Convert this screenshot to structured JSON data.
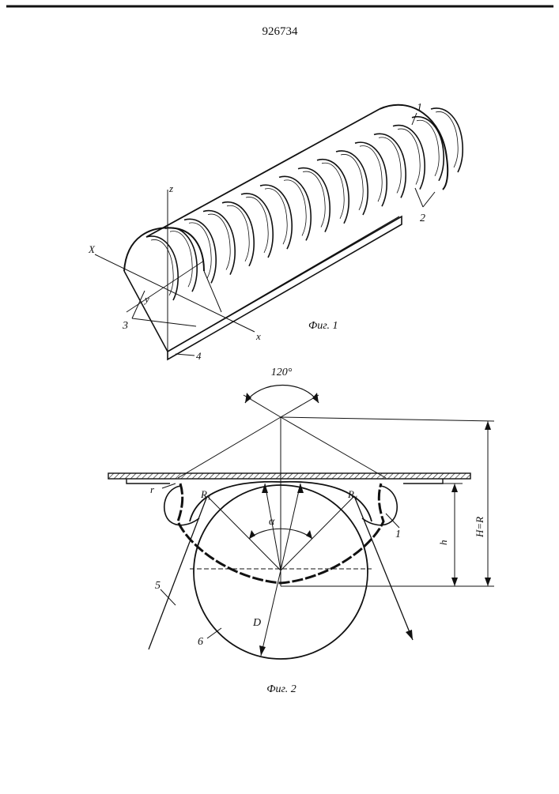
{
  "patent_number": "926734",
  "fig1": {
    "caption": "Фиг. 1",
    "labels": {
      "part1": "1",
      "part2": "2",
      "part3": "3",
      "part4": "4",
      "axis_x": "X",
      "axis_x2": "x",
      "axis_z": "z",
      "axis_y": "y"
    }
  },
  "fig2": {
    "caption": "Фиг. 2",
    "angle": "120°",
    "labels": {
      "r": "r",
      "R1_left": "R₁",
      "R1_right": "R₁",
      "alpha": "α",
      "D": "D",
      "h": "h",
      "H": "H=R",
      "part1": "1",
      "part5": "5",
      "part6": "6"
    }
  }
}
